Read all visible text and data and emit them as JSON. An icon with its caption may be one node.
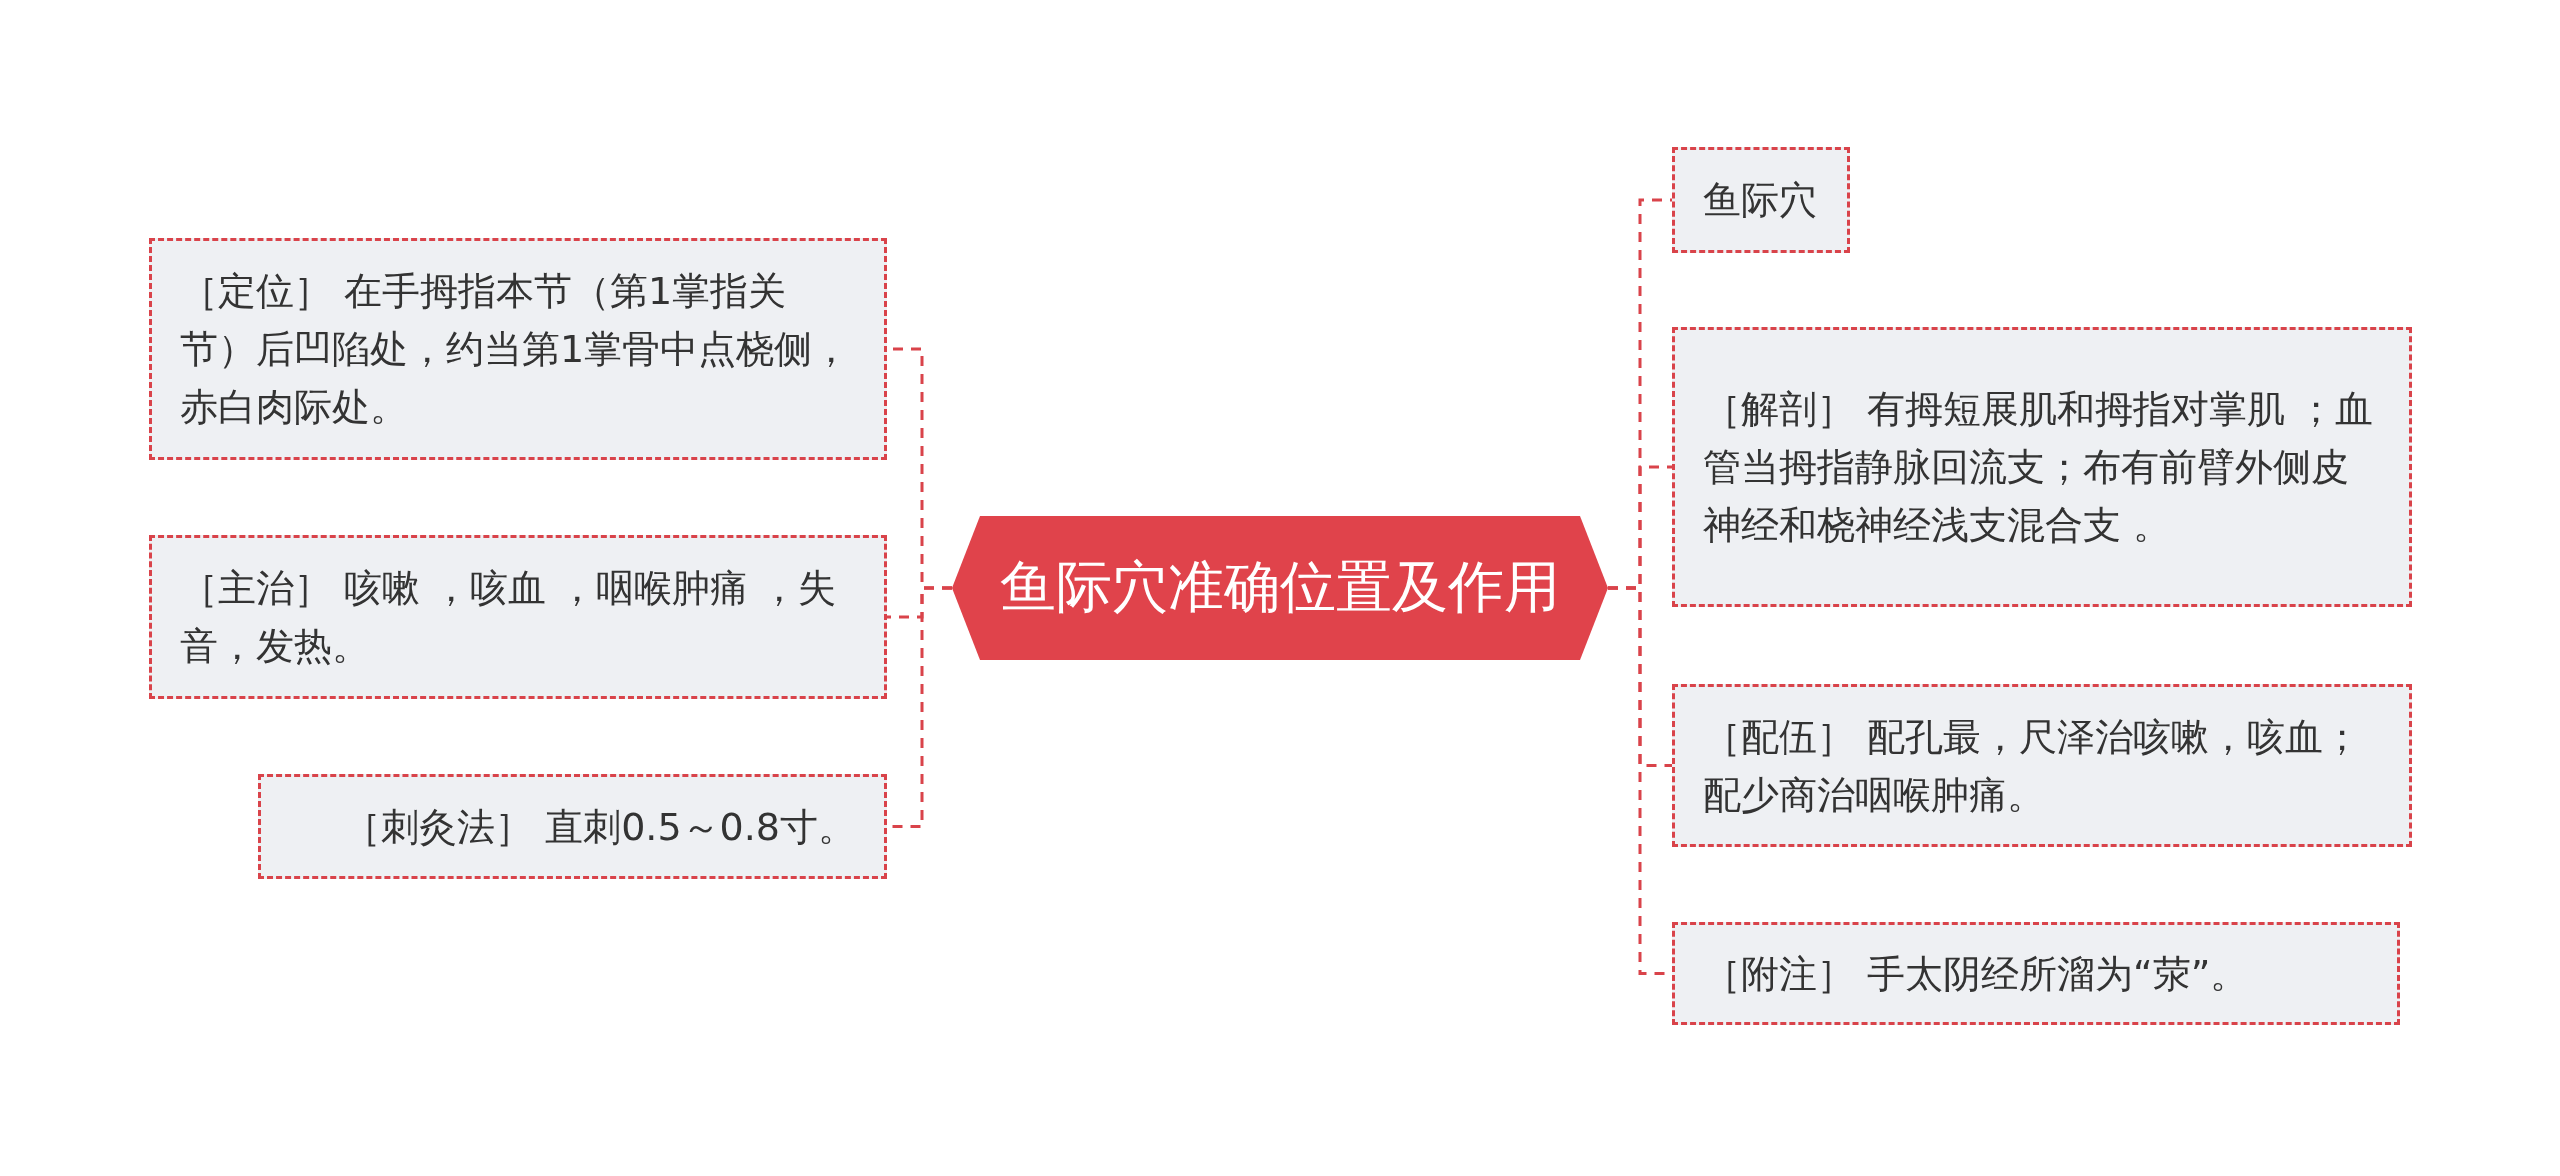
{
  "diagram": {
    "nodes": [
      {
        "text": [
          "鱼际穴准确位置及作用"
        ]
      },
      {
        "text": [
          "［定位］ 在手拇指本节（第1掌指关节）后凹陷处，约当第1掌骨中点桡侧，赤白肉际处。"
        ]
      },
      {
        "text": [
          "［主治］ 咳嗽 ，咳血 ，咽喉肿痛 ，失音，发热。"
        ]
      },
      {
        "text": [
          "［刺灸法］ 直刺0.5～0.8寸。"
        ]
      },
      {
        "text": [
          "鱼际穴"
        ]
      },
      {
        "text": [
          "［解剖］ 有拇短展肌和拇指对掌肌 ；血管当拇指静脉回流支；布有前臂外侧皮神经和桡神经浅支混合支 。"
        ]
      },
      {
        "text": [
          "［配伍］ 配孔最，尺泽治咳嗽，咳血；配少商治咽喉肿痛。"
        ]
      },
      {
        "text": [
          "［附注］ 手太阴经所溜为“荥”。"
        ]
      }
    ],
    "edges": [
      {
        "from": 0,
        "to": 1,
        "arrow": "none",
        "style": "dashed"
      },
      {
        "from": 0,
        "to": 2,
        "arrow": "none",
        "style": "dashed"
      },
      {
        "from": 0,
        "to": 3,
        "arrow": "none",
        "style": "dashed"
      },
      {
        "from": 0,
        "to": 4,
        "arrow": "none",
        "style": "dashed"
      },
      {
        "from": 0,
        "to": 5,
        "arrow": "none",
        "style": "dashed"
      },
      {
        "from": 0,
        "to": 6,
        "arrow": "none",
        "style": "dashed"
      },
      {
        "from": 0,
        "to": 7,
        "arrow": "none",
        "style": "dashed"
      }
    ]
  }
}
